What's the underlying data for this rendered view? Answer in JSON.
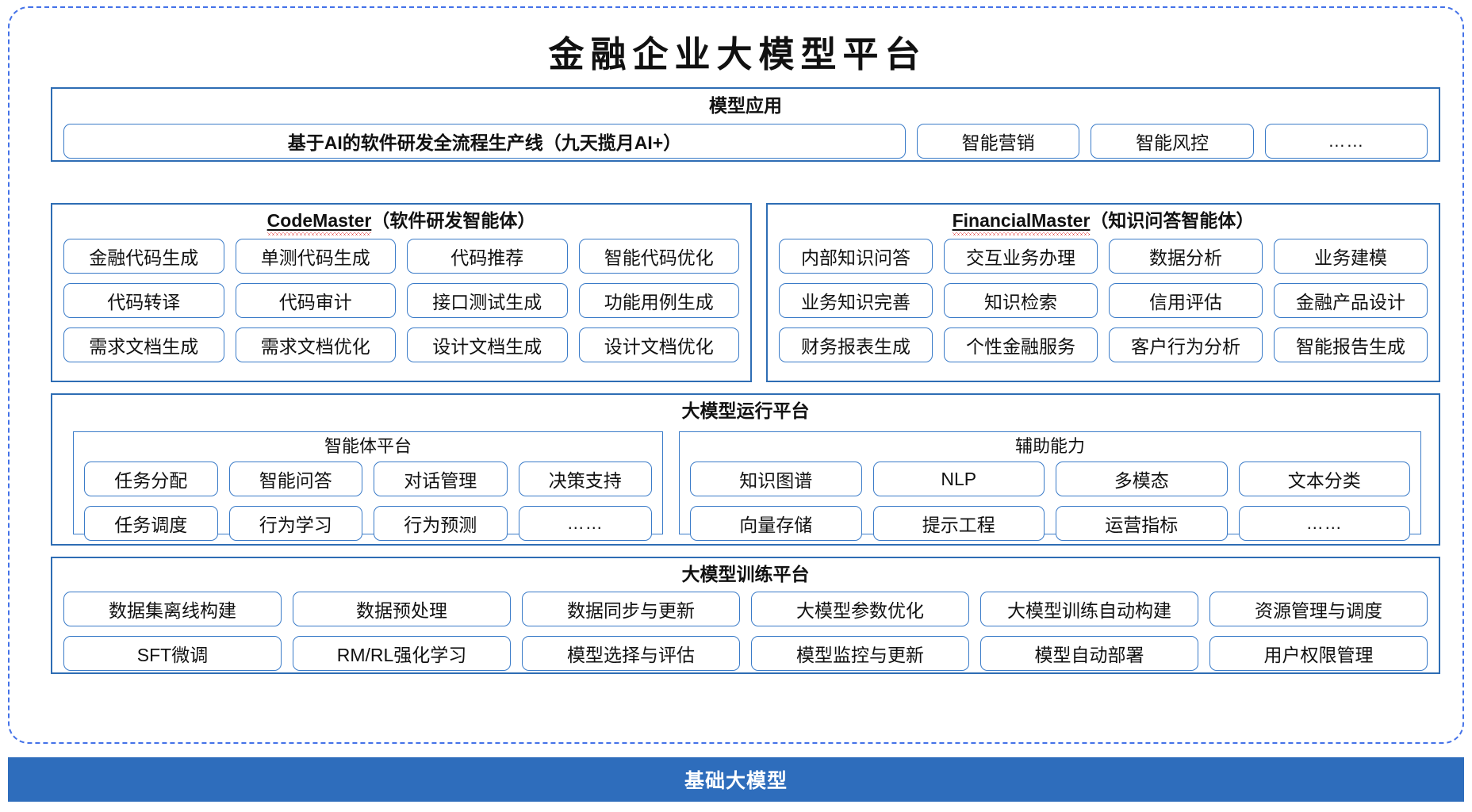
{
  "title": "金融企业大模型平台",
  "colors": {
    "outer_dash_border": "#4472E8",
    "panel_border": "#2E6DB4",
    "chip_border": "#3A7BC8",
    "base_bar_bg": "#2E6DBC",
    "base_bar_text": "#FFFFFF",
    "spellcheck_squiggle": "#E03030"
  },
  "sections": {
    "model_application": {
      "title": "模型应用",
      "primary_chip": "基于AI的软件研发全流程生产线（九天揽月AI+）",
      "chips": [
        "智能营销",
        "智能风控",
        "……"
      ]
    },
    "code_master": {
      "name": "CodeMaster",
      "subtitle": "（软件研发智能体）",
      "rows": [
        [
          "金融代码生成",
          "单测代码生成",
          "代码推荐",
          "智能代码优化"
        ],
        [
          "代码转译",
          "代码审计",
          "接口测试生成",
          "功能用例生成"
        ],
        [
          "需求文档生成",
          "需求文档优化",
          "设计文档生成",
          "设计文档优化"
        ]
      ]
    },
    "financial_master": {
      "name": "FinancialMaster",
      "subtitle": "（知识问答智能体）",
      "rows": [
        [
          "内部知识问答",
          "交互业务办理",
          "数据分析",
          "业务建模"
        ],
        [
          "业务知识完善",
          "知识检索",
          "信用评估",
          "金融产品设计"
        ],
        [
          "财务报表生成",
          "个性金融服务",
          "客户行为分析",
          "智能报告生成"
        ]
      ]
    },
    "runtime_platform": {
      "title": "大模型运行平台",
      "agent_platform": {
        "title": "智能体平台",
        "rows": [
          [
            "任务分配",
            "智能问答",
            "对话管理",
            "决策支持"
          ],
          [
            "任务调度",
            "行为学习",
            "行为预测",
            "……"
          ]
        ]
      },
      "auxiliary_capability": {
        "title": "辅助能力",
        "rows": [
          [
            "知识图谱",
            "NLP",
            "多模态",
            "文本分类"
          ],
          [
            "向量存储",
            "提示工程",
            "运营指标",
            "……"
          ]
        ]
      }
    },
    "training_platform": {
      "title": "大模型训练平台",
      "rows": [
        [
          "数据集离线构建",
          "数据预处理",
          "数据同步与更新",
          "大模型参数优化",
          "大模型训练自动构建",
          "资源管理与调度"
        ],
        [
          "SFT微调",
          "RM/RL强化学习",
          "模型选择与评估",
          "模型监控与更新",
          "模型自动部署",
          "用户权限管理"
        ]
      ]
    },
    "base_model": {
      "label": "基础大模型"
    }
  }
}
